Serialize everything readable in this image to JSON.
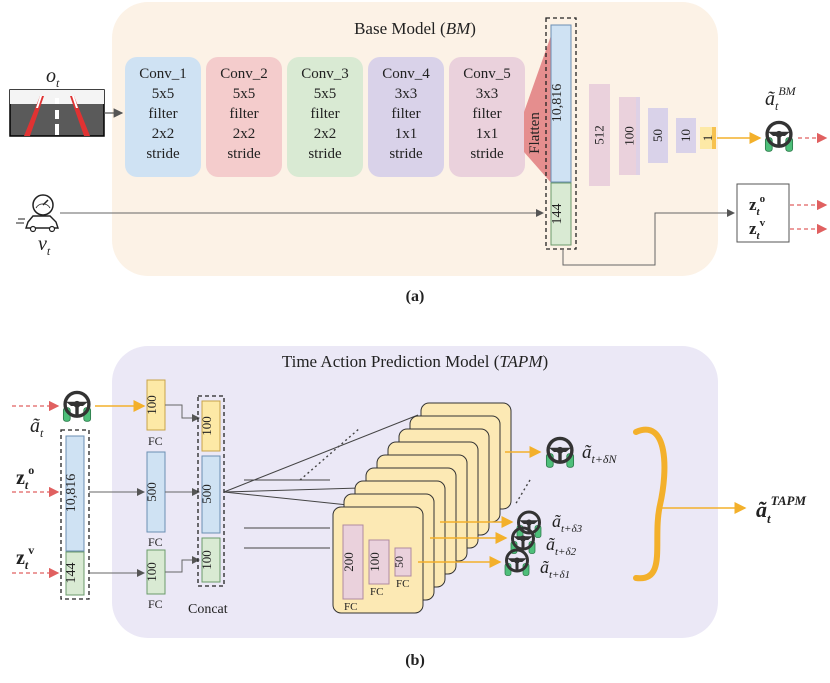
{
  "panel_a": {
    "title": "Base Model (",
    "title_italic": "BM",
    "title_close": ")",
    "caption": "(a)",
    "input_obs": "o",
    "input_obs_sub": "t",
    "input_speed": "v",
    "input_speed_sub": "t",
    "conv_layers": [
      {
        "name": "Conv_1",
        "kernel": "5x5",
        "k_label": "filter",
        "stride": "2x2",
        "s_label": "stride",
        "color": "#cfe2f3"
      },
      {
        "name": "Conv_2",
        "kernel": "5x5",
        "k_label": "filter",
        "stride": "2x2",
        "s_label": "stride",
        "color": "#f4cccc"
      },
      {
        "name": "Conv_3",
        "kernel": "5x5",
        "k_label": "filter",
        "stride": "2x2",
        "s_label": "stride",
        "color": "#d9ead3"
      },
      {
        "name": "Conv_4",
        "kernel": "3x3",
        "k_label": "filter",
        "stride": "1x1",
        "s_label": "stride",
        "color": "#d9d2e9"
      },
      {
        "name": "Conv_5",
        "kernel": "3x3",
        "k_label": "filter",
        "stride": "1x1",
        "s_label": "stride",
        "color": "#ead1dc"
      }
    ],
    "flatten_label": "Flatten",
    "flat_vec": "10,816",
    "speed_vec": "144",
    "fc_layers": [
      "512",
      "100",
      "50",
      "10",
      "1"
    ],
    "output": "ã",
    "output_sub": "t",
    "output_sup": "BM",
    "feat_o": "z",
    "feat_o_sub": "t",
    "feat_o_sup": "o",
    "feat_v": "z",
    "feat_v_sub": "t",
    "feat_v_sup": "v"
  },
  "panel_b": {
    "title": "Time Action Prediction Model (",
    "title_italic": "TAPM",
    "title_close": ")",
    "caption": "(b)",
    "in_action": "ã",
    "in_action_sub": "t",
    "in_zo": "z",
    "in_zo_sub": "t",
    "in_zo_sup": "o",
    "in_zv": "z",
    "in_zv_sub": "t",
    "in_zv_sup": "v",
    "vec_flat": "10,816",
    "vec_speed": "144",
    "fc_action": "100",
    "fc_obs": "500",
    "fc_speed": "100",
    "fc_label": "FC",
    "concat": [
      "100",
      "500",
      "100"
    ],
    "concat_label": "Concat",
    "stack_fc": [
      "200",
      "100",
      "50"
    ],
    "preds": [
      {
        "base": "ã",
        "sub": "t+δN"
      },
      {
        "base": "ã",
        "sub": "t+δ3"
      },
      {
        "base": "ã",
        "sub": "t+δ2"
      },
      {
        "base": "ã",
        "sub": "t+δ1"
      }
    ],
    "output": "ã",
    "output_sub": "t",
    "output_sup": "TAPM"
  },
  "colors": {
    "panel_a_bg": "#fcf2e6",
    "panel_b_bg": "#ebe8f6",
    "arrow_orange": "#f3b02b",
    "arrow_red": "#e06060",
    "flatten_fill": "#e58e8e",
    "card_fill": "#fce9b4"
  }
}
